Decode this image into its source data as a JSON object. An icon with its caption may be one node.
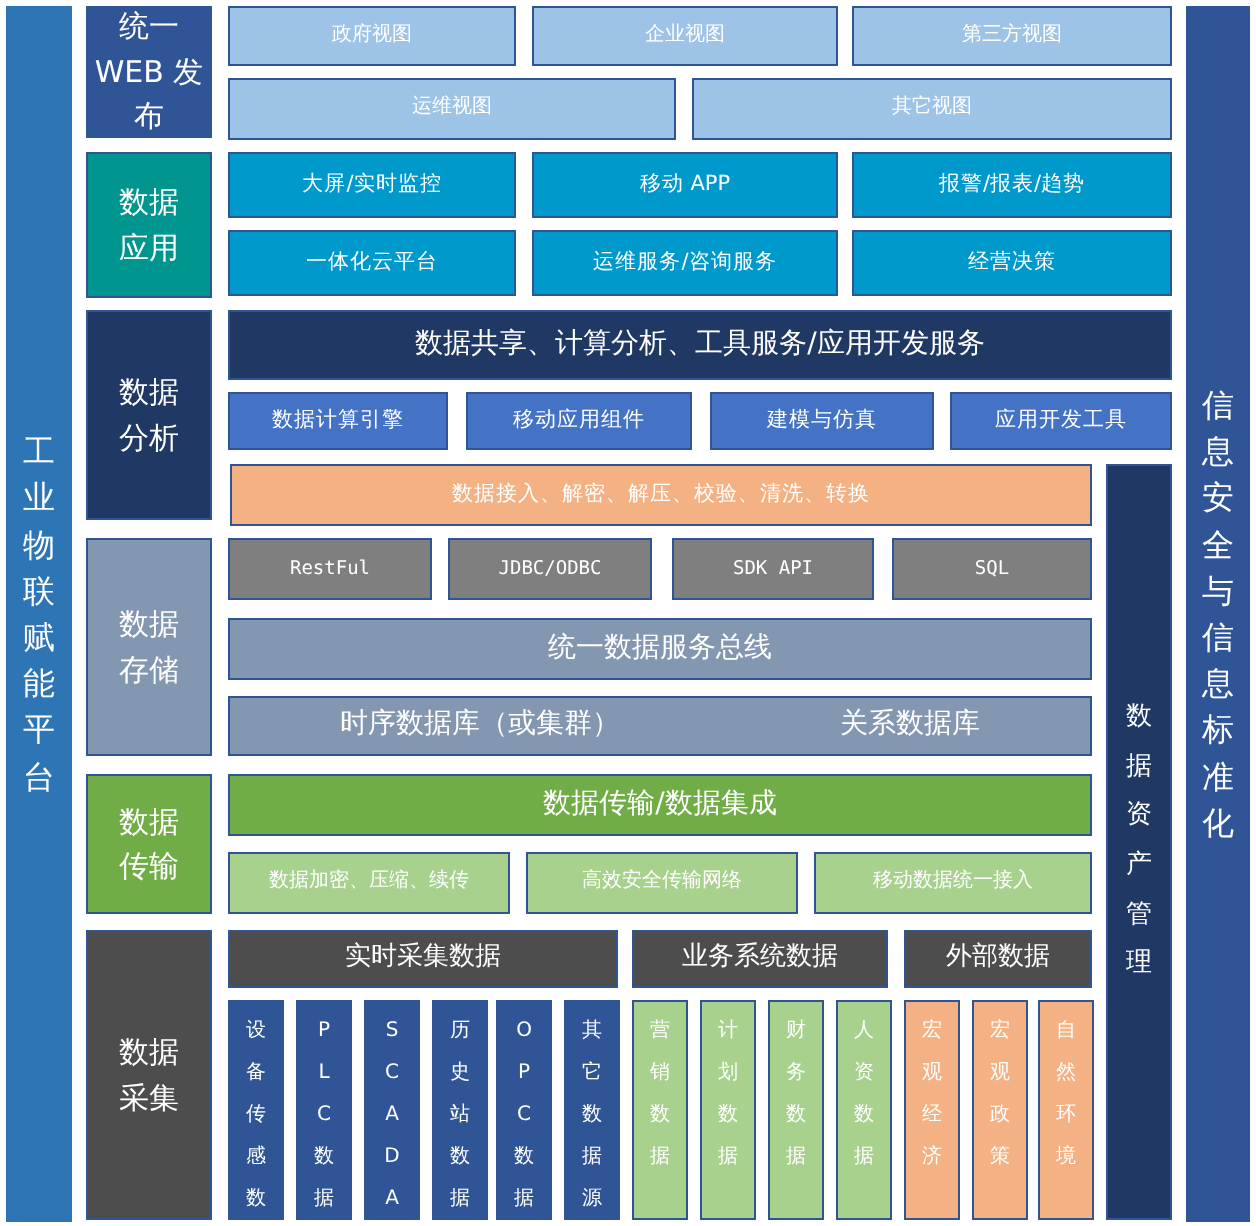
{
  "diagram": {
    "nodes": [
      {
        "text": [
          "工业物联赋能平台"
        ]
      },
      {
        "text": [
          "信息安全与信息标准化"
        ]
      },
      {
        "text": [
          "统一 WEB 发布"
        ]
      },
      {
        "text": [
          "政府视图"
        ]
      },
      {
        "text": [
          "企业视图"
        ]
      },
      {
        "text": [
          "第三方视图"
        ]
      },
      {
        "text": [
          "运维视图"
        ]
      },
      {
        "text": [
          "其它视图"
        ]
      },
      {
        "text": [
          "数据应用"
        ]
      },
      {
        "text": [
          "大屏/实时监控"
        ]
      },
      {
        "text": [
          "移动 APP"
        ]
      },
      {
        "text": [
          "报警/报表/趋势"
        ]
      },
      {
        "text": [
          "一体化云平台"
        ]
      },
      {
        "text": [
          "运维服务/咨询服务"
        ]
      },
      {
        "text": [
          "经营决策"
        ]
      },
      {
        "text": [
          "数据分析"
        ]
      },
      {
        "text": [
          "数据共享、计算分析、工具服务/应用开发服务"
        ]
      },
      {
        "text": [
          "数据计算引擎"
        ]
      },
      {
        "text": [
          "移动应用组件"
        ]
      },
      {
        "text": [
          "建模与仿真"
        ]
      },
      {
        "text": [
          "应用开发工具"
        ]
      },
      {
        "text": [
          "数据资产管理"
        ]
      },
      {
        "text": [
          "数据接入、解密、解压、校验、清洗、转换"
        ]
      },
      {
        "text": [
          "数据存储"
        ]
      },
      {
        "text": [
          "RestFul"
        ]
      },
      {
        "text": [
          "JDBC/ODBC"
        ]
      },
      {
        "text": [
          "SDK API"
        ]
      },
      {
        "text": [
          "SQL"
        ]
      },
      {
        "text": [
          "统一数据服务总线"
        ]
      },
      {
        "text": [
          "时序数据库（或集群）",
          "关系数据库"
        ]
      },
      {
        "text": [
          "数据传输"
        ]
      },
      {
        "text": [
          "数据传输/数据集成"
        ]
      },
      {
        "text": [
          "数据加密、压缩、续传"
        ]
      },
      {
        "text": [
          "高效安全传输网络"
        ]
      },
      {
        "text": [
          "移动数据统一接入"
        ]
      },
      {
        "text": [
          "数据采集"
        ]
      },
      {
        "text": [
          "实时采集数据"
        ]
      },
      {
        "text": [
          "业务系统数据"
        ]
      },
      {
        "text": [
          "外部数据"
        ]
      },
      {
        "text": [
          "设备传感数"
        ]
      },
      {
        "text": [
          "PLC数据"
        ]
      },
      {
        "text": [
          "SCADA"
        ]
      },
      {
        "text": [
          "历史站数据"
        ]
      },
      {
        "text": [
          "OPC数据"
        ]
      },
      {
        "text": [
          "其它数据源"
        ]
      },
      {
        "text": [
          "营销数据"
        ]
      },
      {
        "text": [
          "计划数据"
        ]
      },
      {
        "text": [
          "财务数据"
        ]
      },
      {
        "text": [
          "人资数据"
        ]
      },
      {
        "text": [
          "宏观经济"
        ]
      },
      {
        "text": [
          "宏观政策"
        ]
      },
      {
        "text": [
          "自然环境"
        ]
      }
    ]
  }
}
